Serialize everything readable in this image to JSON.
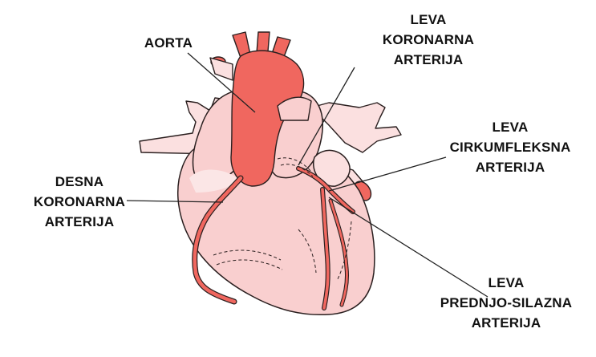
{
  "colors": {
    "heart_fill": "#f9cfcf",
    "heart_light": "#fbe0e0",
    "heart_outline": "#2a1f1f",
    "artery": "#f0675f",
    "artery_dark": "#d8463f",
    "leader_line": "#222222",
    "text": "#111111"
  },
  "labels": {
    "aorta": {
      "lines": [
        "AORTA"
      ]
    },
    "left_coronary_artery": {
      "lines": [
        "LEVA",
        "KORONARNA",
        "ARTERIJA"
      ]
    },
    "left_circumflex_artery": {
      "lines": [
        "LEVA",
        "CIRKUMFLEKSNA",
        "ARTERIJA"
      ]
    },
    "right_coronary_artery": {
      "lines": [
        "DESNA",
        "KORONARNA",
        "ARTERIJA"
      ]
    },
    "left_anterior_descending_artery": {
      "lines": [
        "LEVA",
        "PREDNJO-SILAZNA",
        "ARTERIJA"
      ]
    }
  }
}
